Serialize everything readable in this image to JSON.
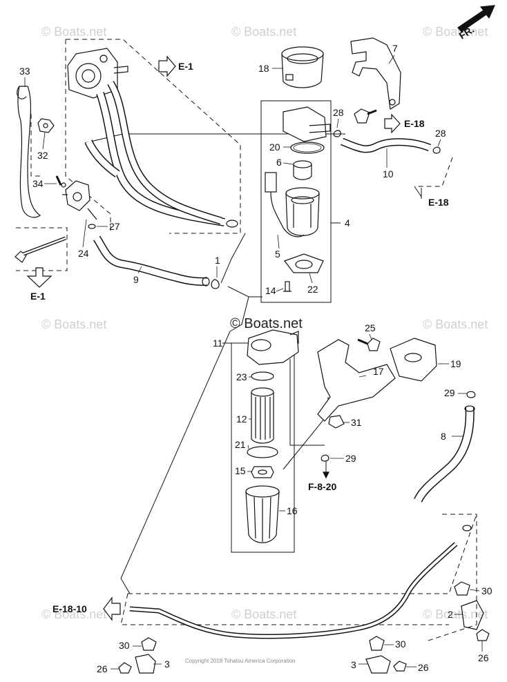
{
  "watermark_text": "© Boats.net",
  "center_watermark": "© Boats.net",
  "copyright": "Copyright 2018 Tohatsu America Corporation",
  "direction_label": "FR.",
  "refs": {
    "e1_top": "E-1",
    "e1_left": "E-1",
    "e18_a": "E-18",
    "e18_b": "E-18",
    "f820": "F-8-20",
    "e1810": "E-18-10"
  },
  "parts": {
    "p1": "1",
    "p2": "2",
    "p3a": "3",
    "p3b": "3",
    "p4": "4",
    "p5": "5",
    "p6": "6",
    "p7": "7",
    "p8": "8",
    "p9": "9",
    "p10": "10",
    "p11": "11",
    "p12": "12",
    "p14": "14",
    "p15": "15",
    "p16": "16",
    "p17": "17",
    "p18": "18",
    "p19": "19",
    "p20": "20",
    "p21": "21",
    "p22": "22",
    "p23": "23",
    "p24": "24",
    "p25": "25",
    "p26a": "26",
    "p26b": "26",
    "p26c": "26",
    "p27": "27",
    "p28a": "28",
    "p28b": "28",
    "p29a": "29",
    "p29b": "29",
    "p30a": "30",
    "p30b": "30",
    "p30c": "30",
    "p31": "31",
    "p32": "32",
    "p33": "33",
    "p34": "34"
  }
}
